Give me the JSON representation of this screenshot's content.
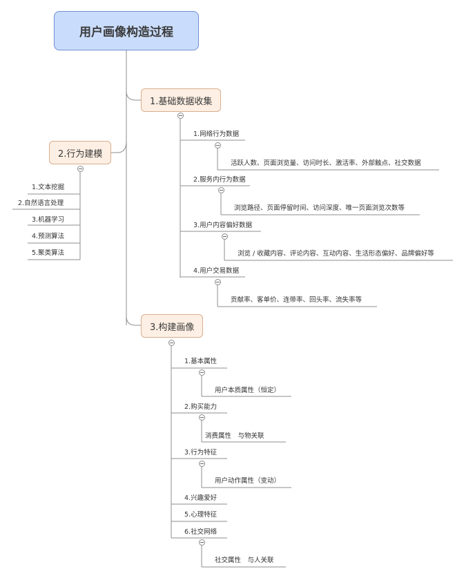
{
  "root": {
    "title": "用户画像构造过程"
  },
  "branch1": {
    "title": "1.基础数据收集",
    "items": [
      {
        "label": "1.网络行为数据",
        "detail": "活跃人数、页面浏览量、访问时长、激活率、外部触点、社交数据"
      },
      {
        "label": "2.服务内行为数据",
        "detail": "浏览路径、页面停留时间、访问深度、唯一页面浏览次数等"
      },
      {
        "label": "3.用户内容偏好数据",
        "detail": "浏览 / 收藏内容、评论内容、互动内容、生活形态偏好、品牌偏好等"
      },
      {
        "label": "4.用户交易数据",
        "detail": "贡献率、客单价、连带率、回头率、流失率等"
      }
    ]
  },
  "branch2": {
    "title": "2.行为建模",
    "items": [
      "1.文本挖掘",
      "2.自然语言处理",
      "3.机器学习",
      "4.预测算法",
      "5.聚类算法"
    ]
  },
  "branch3": {
    "title": "3.构建画像",
    "items": [
      {
        "label": "1.基本属性",
        "detail": "用户本质属性（恒定）"
      },
      {
        "label": "2.购买能力",
        "detail": "消费属性　与物关联"
      },
      {
        "label": "3.行为特征",
        "detail": "用户动作属性（变动）"
      },
      {
        "label": "4.兴趣爱好"
      },
      {
        "label": "5.心理特征"
      },
      {
        "label": "6.社交网络",
        "detail": "社交属性　与人关联"
      }
    ]
  }
}
